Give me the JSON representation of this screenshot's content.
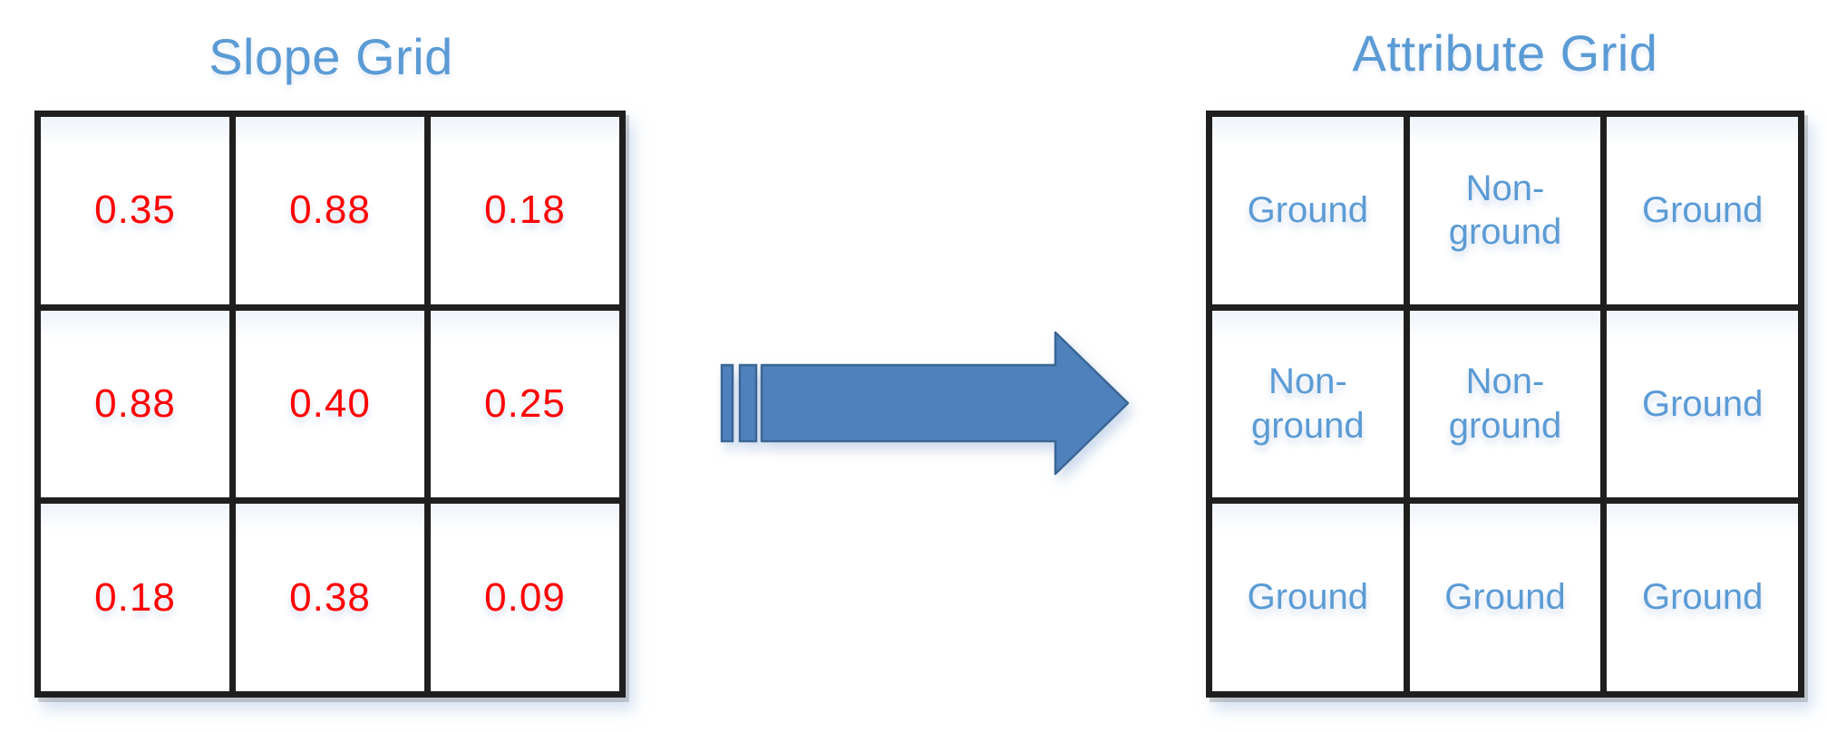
{
  "canvas": {
    "background": "#ffffff"
  },
  "slope_grid": {
    "title": "Slope Grid",
    "title_color": "#5b9bd5",
    "value_color": "#ff0000",
    "border_color": "#1f1f1f",
    "rows": [
      [
        "0.35",
        "0.88",
        "0.18"
      ],
      [
        "0.88",
        "0.40",
        "0.25"
      ],
      [
        "0.18",
        "0.38",
        "0.09"
      ]
    ]
  },
  "attribute_grid": {
    "title": "Attribute Grid",
    "title_color": "#5b9bd5",
    "value_color": "#5b9bd5",
    "border_color": "#1f1f1f",
    "rows": [
      [
        "Ground",
        "Non-\nground",
        "Ground"
      ],
      [
        "Non-\nground",
        "Non-\nground",
        "Ground"
      ],
      [
        "Ground",
        "Ground",
        "Ground"
      ]
    ]
  },
  "arrow": {
    "icon": "right-block-arrow-icon",
    "direction": "right",
    "fill": "#4f81bd",
    "stroke": "#3a6694"
  }
}
